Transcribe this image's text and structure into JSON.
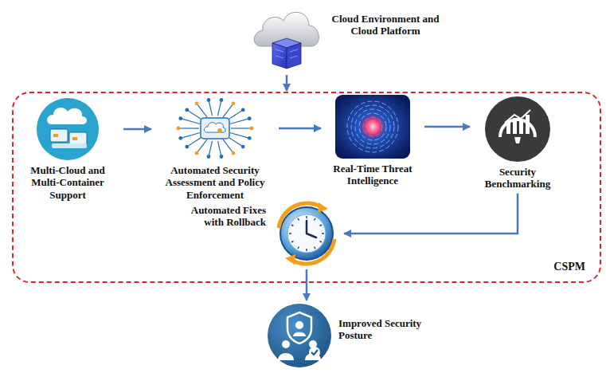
{
  "diagram": {
    "nodes": [
      {
        "text": [
          "Cloud Environment and Cloud Platform"
        ]
      },
      {
        "text": [
          "CSPM"
        ]
      },
      {
        "text": [
          "Multi-Cloud and Multi-Container Support"
        ],
        "in": 1
      },
      {
        "text": [
          "Automated Security Assessment and Policy Enforcement"
        ],
        "in": 1
      },
      {
        "text": [
          "Real-Time Threat Intelligence"
        ],
        "in": 1
      },
      {
        "text": [
          "Security Benchmarking"
        ],
        "in": 1
      },
      {
        "text": [
          "Automated Fixes with Rollback"
        ],
        "in": 1
      },
      {
        "text": [
          "Improved Security Posture"
        ]
      }
    ],
    "edges": [
      {
        "from": 0,
        "to": 1,
        "arrow": "to"
      },
      {
        "from": 2,
        "to": 3,
        "arrow": "to"
      },
      {
        "from": 3,
        "to": 4,
        "arrow": "to"
      },
      {
        "from": 4,
        "to": 5,
        "arrow": "to"
      },
      {
        "from": 5,
        "to": 6,
        "arrow": "to"
      },
      {
        "from": 6,
        "to": 7,
        "arrow": "to"
      }
    ]
  }
}
